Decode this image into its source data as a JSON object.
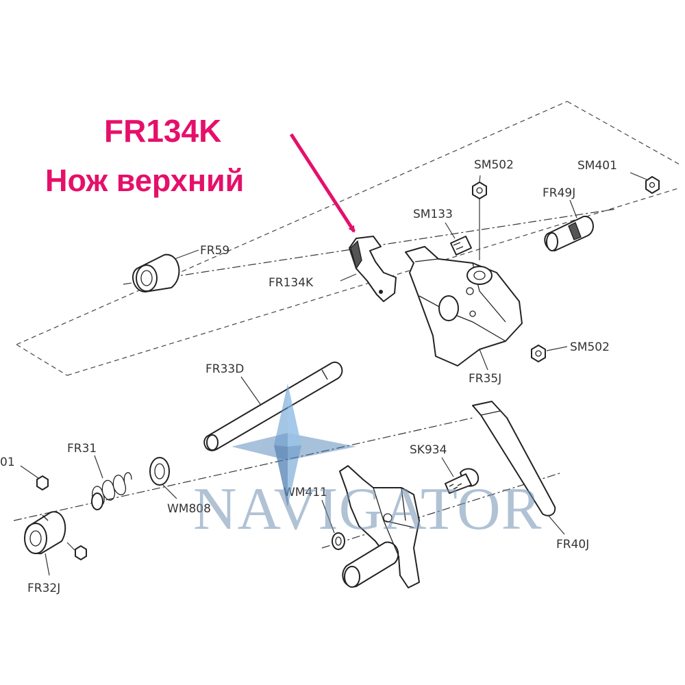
{
  "callout": {
    "part_code": "FR134K",
    "part_name": "Нож верхний",
    "color": "#e5106a"
  },
  "labels": {
    "sm502_top": "SM502",
    "sm401": "SM401",
    "fr49j": "FR49J",
    "sm133": "SM133",
    "fr59": "FR59",
    "fr134k": "FR134K",
    "sm502_right": "SM502",
    "fr35j": "FR35J",
    "fr33d": "FR33D",
    "sk934": "SK934",
    "fr31": "FR31",
    "cut_left": "01",
    "wm808": "WM808",
    "wm411": "WM411",
    "fr40j": "FR40J",
    "fr32j": "FR32J"
  },
  "watermark": {
    "text": "NAVIGATOR",
    "color": "#6f8fb0",
    "icon": "compass-star-icon"
  }
}
